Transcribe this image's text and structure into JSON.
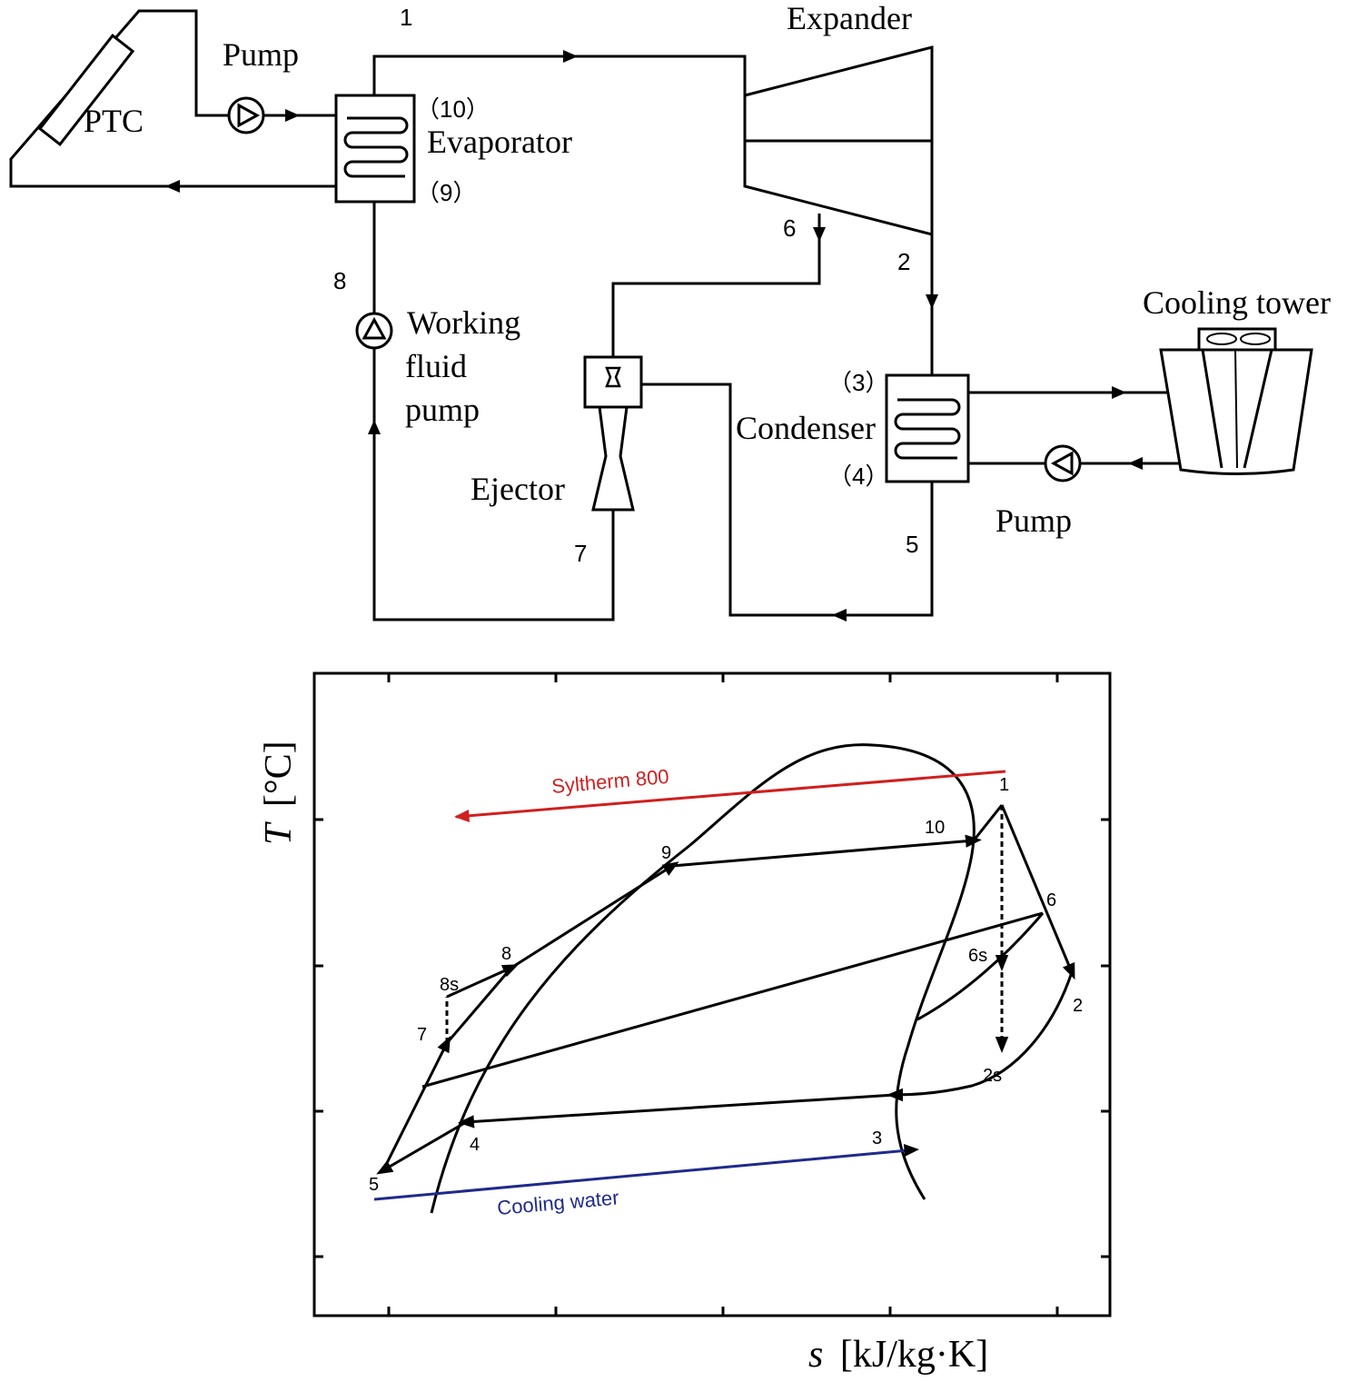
{
  "schematic": {
    "components": {
      "ptc": "PTC",
      "pump_top": "Pump",
      "evaporator": "Evaporator",
      "expander": "Expander",
      "working_fluid_pump_line1": "Working",
      "working_fluid_pump_line2": "fluid",
      "working_fluid_pump_line3": "pump",
      "ejector": "Ejector",
      "condenser": "Condenser",
      "cooling_tower": "Cooling tower",
      "pump_bottom": "Pump"
    },
    "state_points": {
      "p1": "1",
      "p2": "2",
      "p5": "5",
      "p6": "6",
      "p7": "7",
      "p8": "8",
      "p3": "（3）",
      "p4": "（4）",
      "p9": "（9）",
      "p10": "（10）"
    }
  },
  "ts_diagram": {
    "x_axis_label_var": "s",
    "x_axis_label_unit": "[kJ/kg·K]",
    "y_axis_label_var": "T",
    "y_axis_label_unit": "[°C]",
    "hot_stream_label": "Syltherm 800",
    "cold_stream_label": "Cooling water",
    "colors": {
      "hot_stream": "#d01f1f",
      "cold_stream": "#1f2a8c",
      "cycle": "#000000"
    },
    "points": {
      "p1": "1",
      "p2": "2",
      "p2s": "2s",
      "p3": "3",
      "p4": "4",
      "p5": "5",
      "p6": "6",
      "p6s": "6s",
      "p7": "7",
      "p8": "8",
      "p8s": "8s",
      "p9": "9",
      "p10": "10"
    }
  }
}
